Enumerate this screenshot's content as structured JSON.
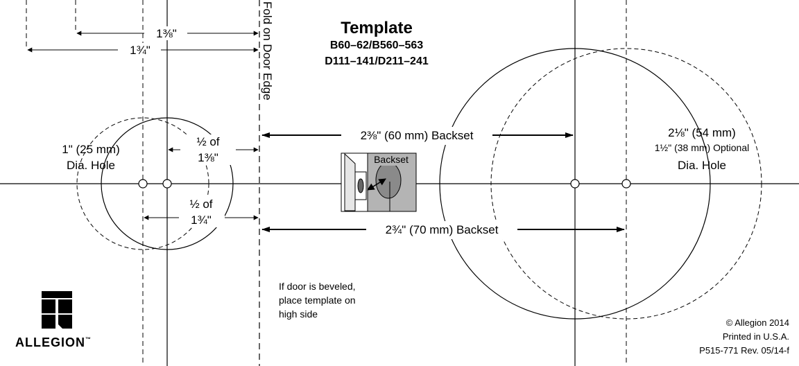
{
  "title": "Template",
  "models_line1": "B60–62/B560–563",
  "models_line2": "D111–141/D211–241",
  "fold_label": "Fold on Door Edge",
  "dims": {
    "one_3_8": "1⅜\"",
    "one_3_4": "1¾\"",
    "half_of": "½ of",
    "half_of_1_3_8": "1⅜\"",
    "half_of_b": "½ of",
    "half_of_1_3_4": "1¾\""
  },
  "backset_60": "2⅜\" (60 mm) Backset",
  "backset_70": "2¾\" (70 mm) Backset",
  "left_hole": {
    "size": "1\" (25 mm)",
    "label": "Dia. Hole"
  },
  "right_hole": {
    "size": "2⅛\" (54 mm)",
    "optional": "1½\" (38 mm) Optional",
    "label": "Dia. Hole"
  },
  "inset_label": "Backset",
  "bevel_note": [
    "If door is beveled,",
    "place template on",
    "high side"
  ],
  "brand": {
    "name": "ALLEGION",
    "tm": "™"
  },
  "footer": {
    "copyright": "© Allegion 2014",
    "printed": "Printed in U.S.A.",
    "part": "P515-771 Rev. 05/14-f"
  }
}
